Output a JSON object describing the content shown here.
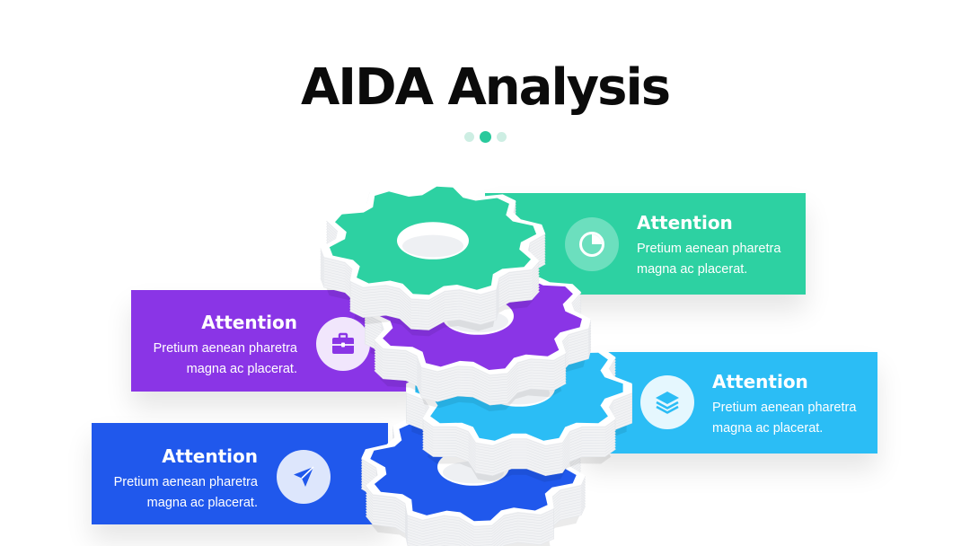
{
  "title": "AIDA Analysis",
  "pagination": {
    "count": 3,
    "active": 1
  },
  "colors": {
    "green": "#2dd1a2",
    "purple": "#8a35e6",
    "sky": "#2bbdf5",
    "blue": "#2058ec"
  },
  "cards": [
    {
      "title": "Attention",
      "line1": "Pretium aenean pharetra",
      "line2": "magna ac placerat.",
      "icon": "pie-chart-icon"
    },
    {
      "title": "Attention",
      "line1": "Pretium aenean pharetra",
      "line2": "magna ac placerat.",
      "icon": "briefcase-icon"
    },
    {
      "title": "Attention",
      "line1": "Pretium aenean pharetra",
      "line2": "magna ac placerat.",
      "icon": "layers-icon"
    },
    {
      "title": "Attention",
      "line1": "Pretium aenean pharetra",
      "line2": "magna ac placerat.",
      "icon": "send-icon"
    }
  ]
}
